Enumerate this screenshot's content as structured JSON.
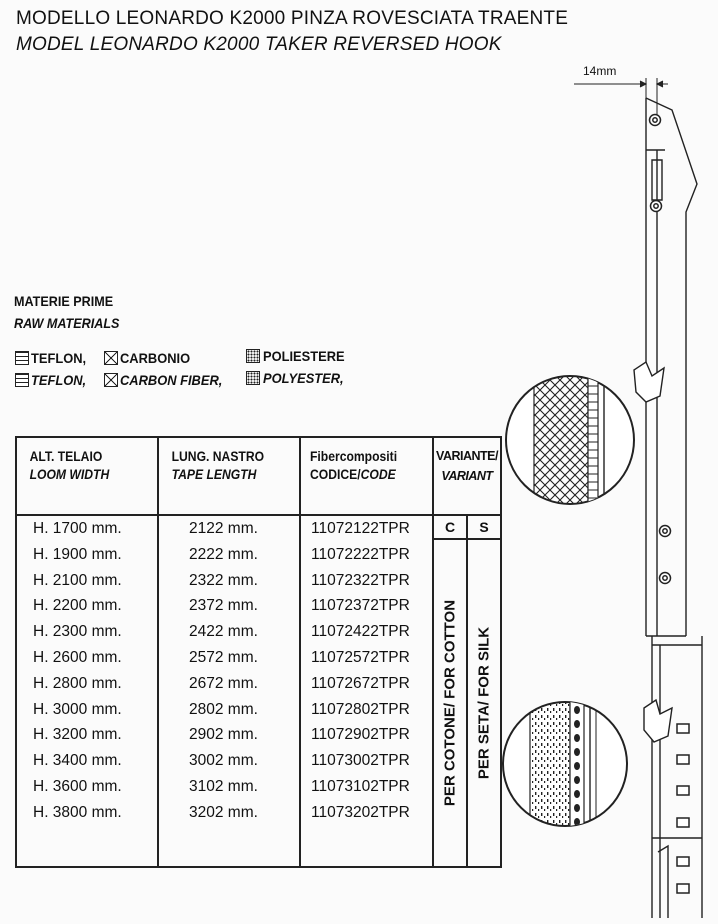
{
  "title": {
    "line1": "MODELLO LEONARDO K2000 PINZA ROVESCIATA TRAENTE",
    "line2": "MODEL LEONARDO K2000 TAKER REVERSED HOOK"
  },
  "dimension_label": "14mm",
  "materials": {
    "heading_it": "MATERIE PRIME",
    "heading_en": "RAW MATERIALS",
    "legend": [
      {
        "pattern": "teflon",
        "label_it": "TEFLON,",
        "label_en": "TEFLON,"
      },
      {
        "pattern": "carbon",
        "label_it": "CARBONIO",
        "label_en": "CARBON FIBER,"
      },
      {
        "pattern": "polyester",
        "label_it": "POLIESTERE",
        "label_en": "POLYESTER,"
      }
    ]
  },
  "table": {
    "headers": {
      "loom_width_it": "ALT. TELAIO",
      "loom_width_en": "LOOM WIDTH",
      "tape_length_it": "LUNG. NASTRO",
      "tape_length_en": "TAPE LENGTH",
      "code_line1": "Fibercompositi",
      "code_line2_it": "CODICE/",
      "code_line2_en": "CODE",
      "variant_it": "VARIANTE/",
      "variant_en": "VARIANT",
      "variant_c": "C",
      "variant_s": "S"
    },
    "rows": [
      {
        "loom_width": "H. 1700 mm.",
        "tape_length": "2122 mm.",
        "code": "11072122TPR"
      },
      {
        "loom_width": "H. 1900 mm.",
        "tape_length": "2222 mm.",
        "code": "11072222TPR"
      },
      {
        "loom_width": "H. 2100 mm.",
        "tape_length": "2322 mm.",
        "code": "11072322TPR"
      },
      {
        "loom_width": "H. 2200 mm.",
        "tape_length": "2372 mm.",
        "code": "11072372TPR"
      },
      {
        "loom_width": "H. 2300 mm.",
        "tape_length": "2422 mm.",
        "code": "11072422TPR"
      },
      {
        "loom_width": "H. 2600 mm.",
        "tape_length": "2572 mm.",
        "code": "11072572TPR"
      },
      {
        "loom_width": "H. 2800 mm.",
        "tape_length": "2672 mm.",
        "code": "11072672TPR"
      },
      {
        "loom_width": "H. 3000 mm.",
        "tape_length": "2802 mm.",
        "code": "11072802TPR"
      },
      {
        "loom_width": "H. 3200 mm.",
        "tape_length": "2902 mm.",
        "code": "11072902TPR"
      },
      {
        "loom_width": "H. 3400 mm.",
        "tape_length": "3002 mm.",
        "code": "11073002TPR"
      },
      {
        "loom_width": "H. 3600 mm.",
        "tape_length": "3102 mm.",
        "code": "11073102TPR"
      },
      {
        "loom_width": "H. 3800 mm.",
        "tape_length": "3202 mm.",
        "code": "11073202TPR"
      }
    ],
    "variant_c_text": "PER COTONE/ FOR COTTON",
    "variant_s_text": "PER SETA/ FOR SILK"
  }
}
